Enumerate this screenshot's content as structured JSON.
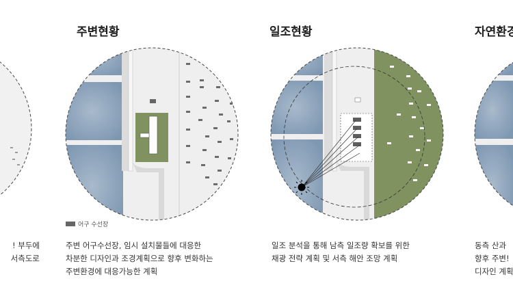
{
  "panels": [
    {
      "title": "",
      "lines": [
        "! 부두에",
        "서측도로"
      ]
    },
    {
      "title": "주변현황",
      "legend": "어구 수선장",
      "lines": [
        "주변  어구수선장,  임시  설치물들에  대응한",
        "차분한 디자인과 조경계획으로 향후 변화하는",
        "주변환경에 대응가능한 계획"
      ]
    },
    {
      "title": "일조현황",
      "lines": [
        "일조  분석을  통해  남측  일조량  확보를  위한",
        "채광 전략 계획 및 서측 해안 조망 계획"
      ]
    },
    {
      "title": "자연환경",
      "lines": [
        "동측 산과",
        "향후 주변!",
        "디자인 계획"
      ]
    }
  ],
  "colors": {
    "water": "#8fa7bf",
    "green": "#7f9260",
    "building": "#6a6a6a",
    "paper": "#f0f0f0",
    "sun": "#000000"
  }
}
